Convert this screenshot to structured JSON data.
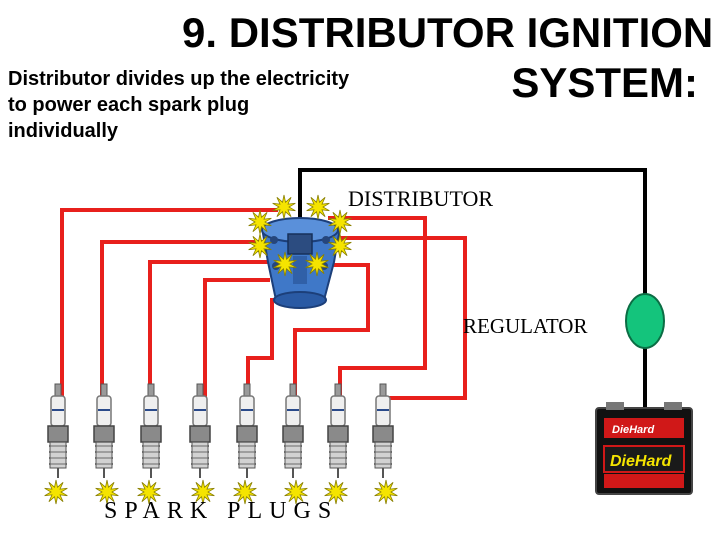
{
  "title": {
    "line1": "9. DISTRIBUTOR IGNITION",
    "line2": "SYSTEM:"
  },
  "description": {
    "line1": "Distributor divides up the electricity",
    "line2": "to power each spark plug",
    "line3": "individually"
  },
  "labels": {
    "distributor": "DISTRIBUTOR",
    "regulator": "REGULATOR",
    "spark_plugs": "SPARK PLUGS"
  },
  "battery": {
    "brand": "DieHard"
  },
  "colors": {
    "wire_red": "#e8201c",
    "wire_black": "#000000",
    "regulator_green": "#14c47c",
    "distributor_blue": "#3f78c8",
    "spark_yellow": "#f5e400",
    "battery_red": "#d01818"
  },
  "icons": [
    "distributor-cap-icon",
    "spark-plug-icon",
    "spark-icon",
    "battery-icon",
    "regulator-icon"
  ]
}
